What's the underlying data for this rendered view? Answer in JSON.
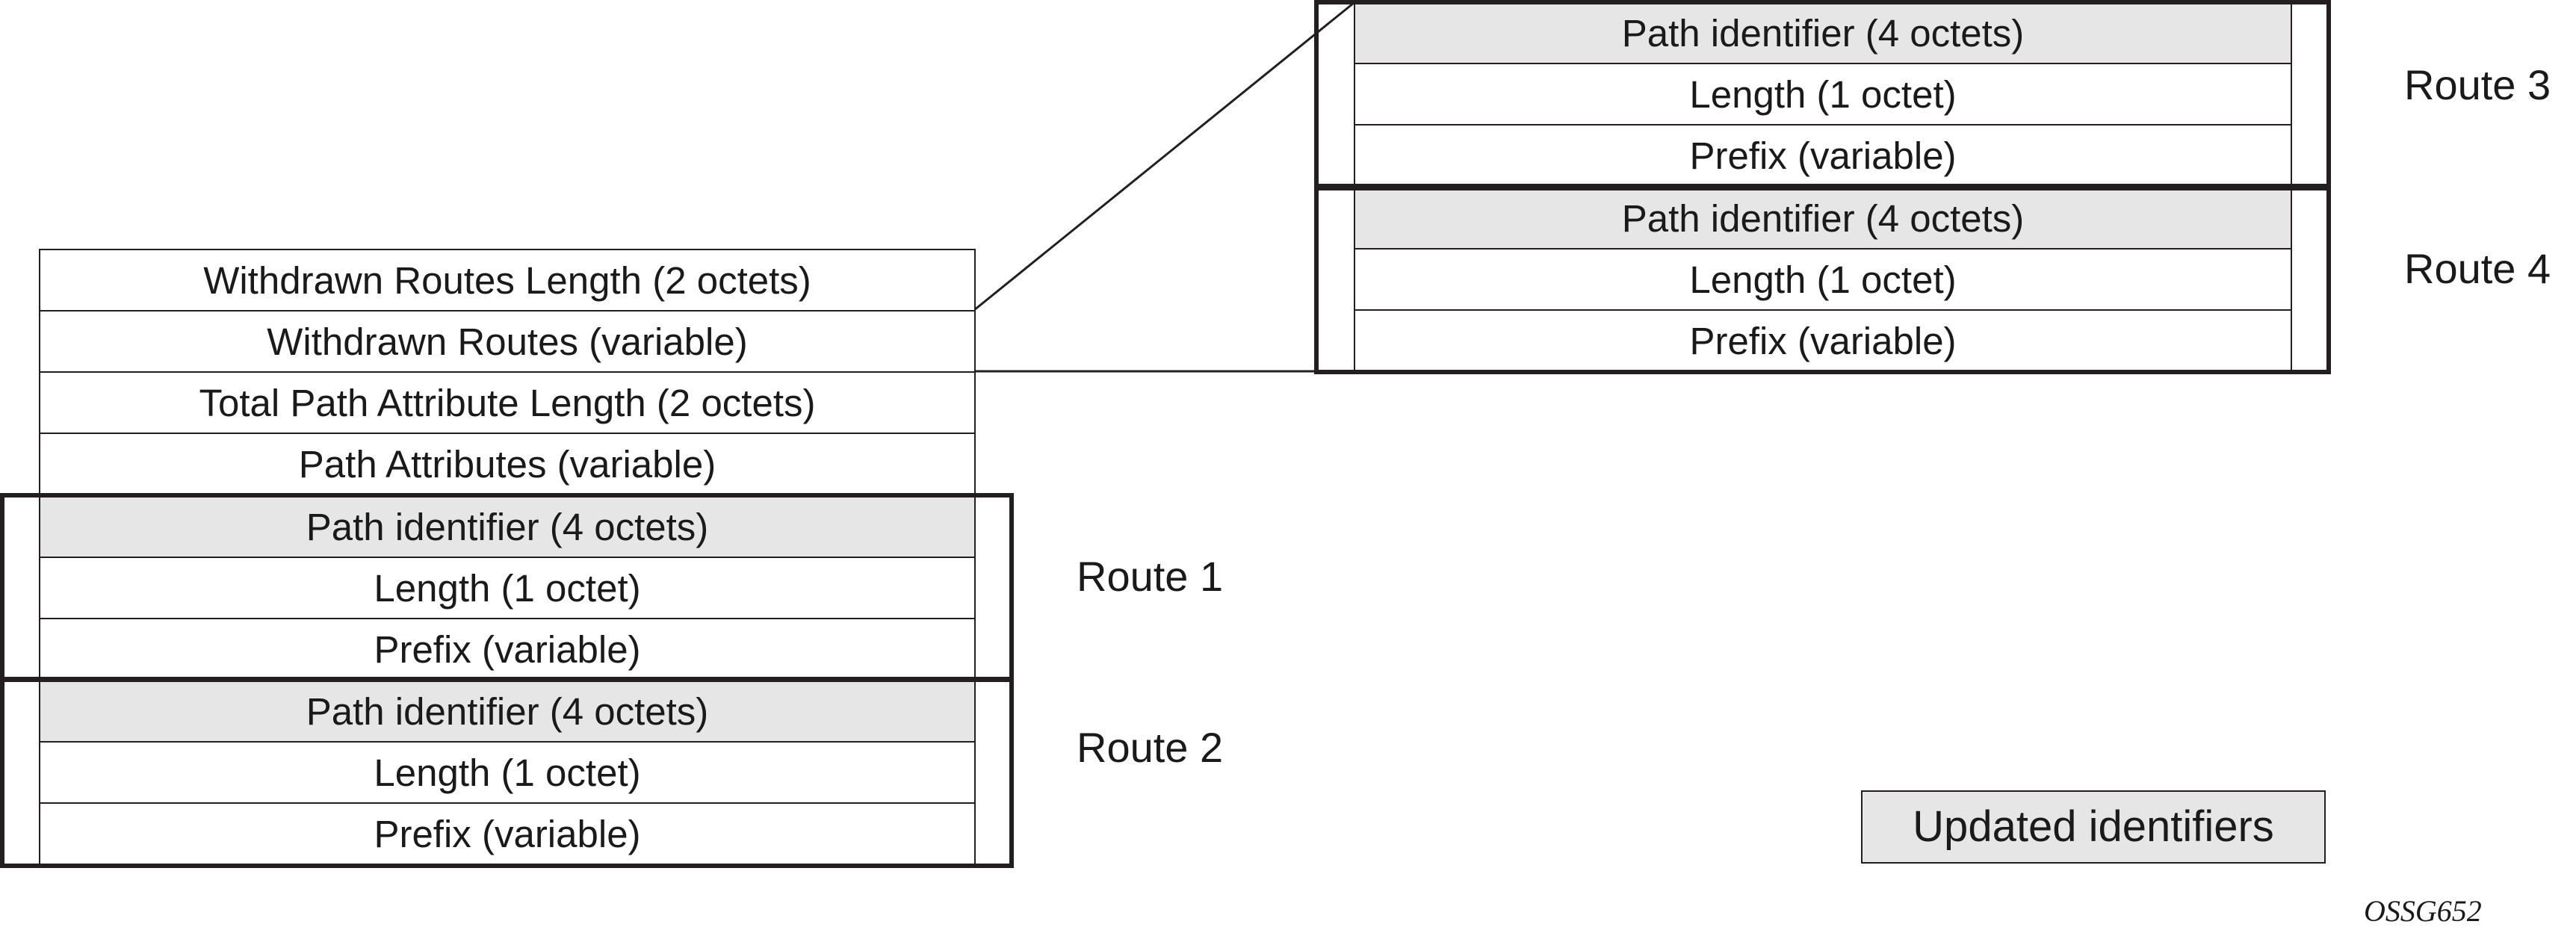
{
  "main_stack": {
    "withdrawn_routes_length": "Withdrawn Routes Length (2 octets)",
    "withdrawn_routes": "Withdrawn Routes (variable)",
    "total_path_attribute_length": "Total Path Attribute Length (2 octets)",
    "path_attributes": "Path Attributes (variable)"
  },
  "route_fields": {
    "path_identifier": "Path identifier (4 octets)",
    "length": "Length (1 octet)",
    "prefix": "Prefix (variable)"
  },
  "routes": [
    {
      "label": "Route 1"
    },
    {
      "label": "Route 2"
    },
    {
      "label": "Route 3"
    },
    {
      "label": "Route 4"
    }
  ],
  "legend": {
    "label": "Updated identifiers",
    "color": "#e6e6e6"
  },
  "figure_id": "OSSG652"
}
